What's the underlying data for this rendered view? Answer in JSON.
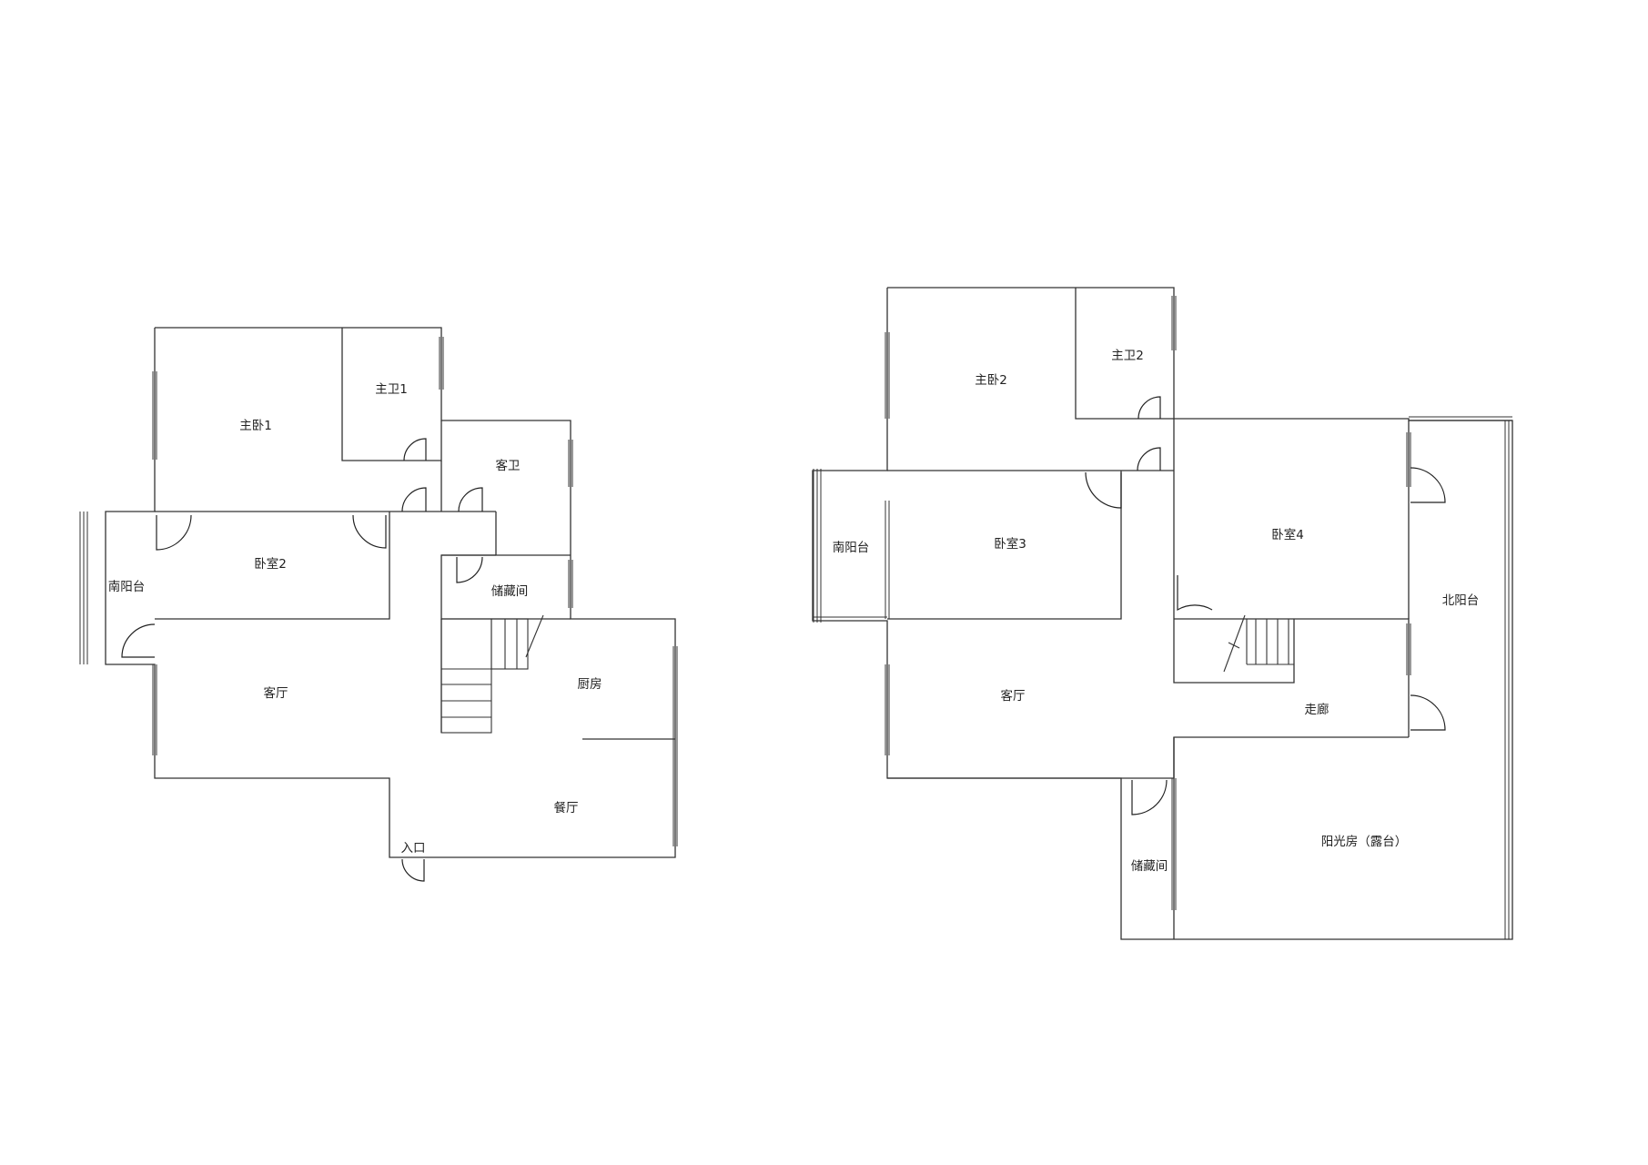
{
  "plan_left": {
    "rooms": [
      {
        "key": "master_bedroom_1",
        "label": "主卧1"
      },
      {
        "key": "master_bath_1",
        "label": "主卫1"
      },
      {
        "key": "guest_bath",
        "label": "客卫"
      },
      {
        "key": "bedroom_2",
        "label": "卧室2"
      },
      {
        "key": "south_balcony",
        "label": "南阳台"
      },
      {
        "key": "storage",
        "label": "储藏间"
      },
      {
        "key": "living_room",
        "label": "客厅"
      },
      {
        "key": "kitchen",
        "label": "厨房"
      },
      {
        "key": "dining_room",
        "label": "餐厅"
      },
      {
        "key": "entrance",
        "label": "入口"
      }
    ]
  },
  "plan_right": {
    "rooms": [
      {
        "key": "master_bedroom_2",
        "label": "主卧2"
      },
      {
        "key": "master_bath_2",
        "label": "主卫2"
      },
      {
        "key": "south_balcony",
        "label": "南阳台"
      },
      {
        "key": "bedroom_3",
        "label": "卧室3"
      },
      {
        "key": "bedroom_4",
        "label": "卧室4"
      },
      {
        "key": "north_balcony",
        "label": "北阳台"
      },
      {
        "key": "living_room",
        "label": "客厅"
      },
      {
        "key": "corridor",
        "label": "走廊"
      },
      {
        "key": "storage",
        "label": "储藏间"
      },
      {
        "key": "sunroom",
        "label": "阳光房（露台）"
      }
    ]
  }
}
